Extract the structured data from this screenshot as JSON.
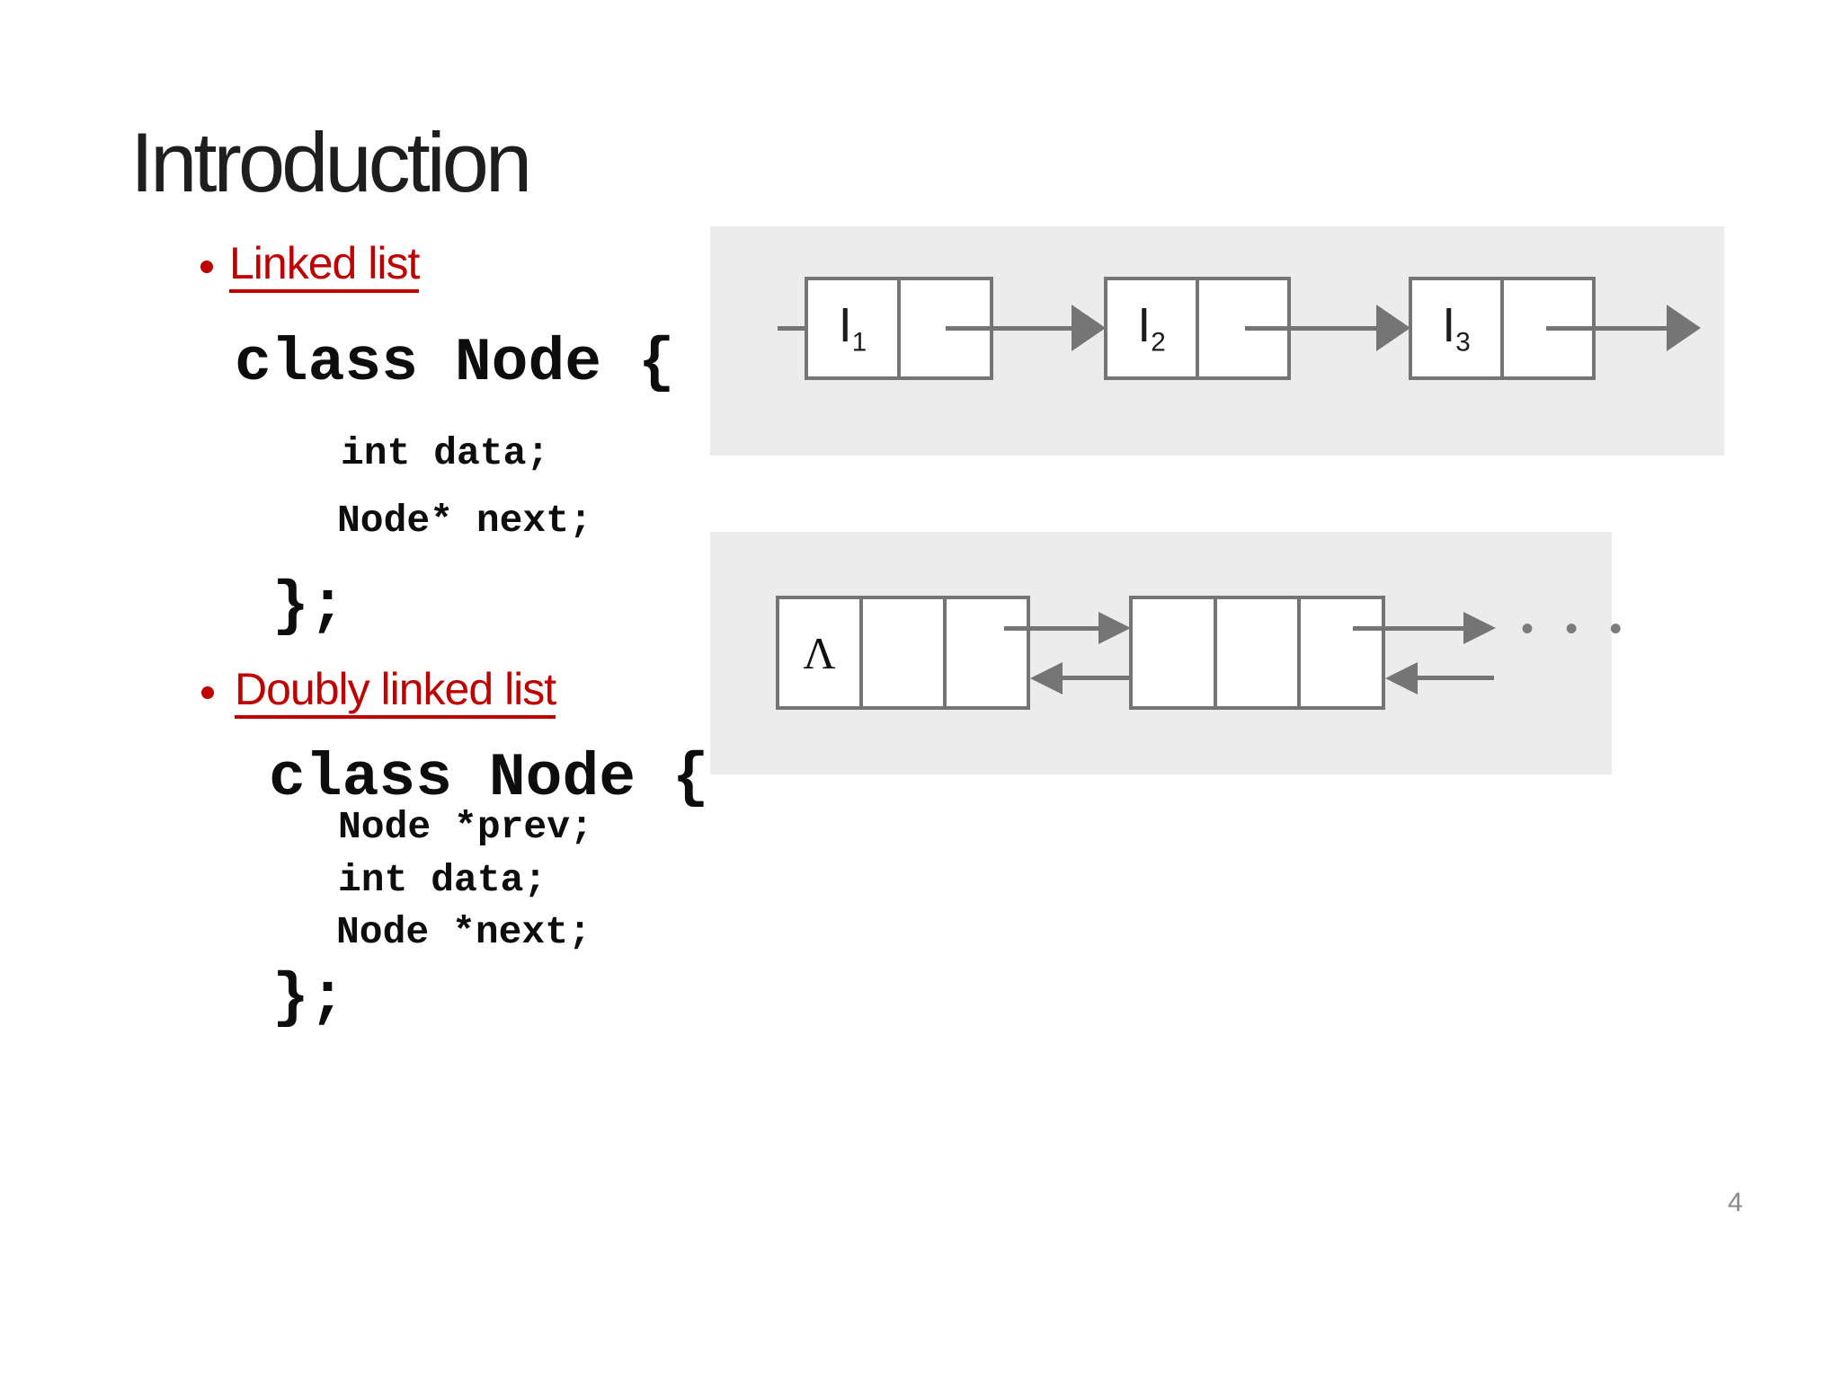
{
  "slide": {
    "title": "Introduction",
    "page_number": "4",
    "accent_red": "#c00000",
    "panel_gray": "#ececec",
    "bullet1": {
      "label": "Linked list"
    },
    "code1": {
      "lines": [
        "class Node {",
        "int data;",
        "Node* next;",
        "};"
      ]
    },
    "bullet2": {
      "label": "Doubly linked list"
    },
    "code2": {
      "lines": [
        "class Node {",
        "Node *prev;",
        "int data;",
        "Node *next;",
        "};"
      ]
    },
    "diagram1": {
      "type": "singly-linked-list",
      "nodes": [
        {
          "base": "I",
          "sub": "1"
        },
        {
          "base": "I",
          "sub": "2"
        },
        {
          "base": "I",
          "sub": "3"
        }
      ]
    },
    "diagram2": {
      "type": "doubly-linked-list",
      "null_symbol": "Λ",
      "ellipsis": "• • •"
    }
  }
}
